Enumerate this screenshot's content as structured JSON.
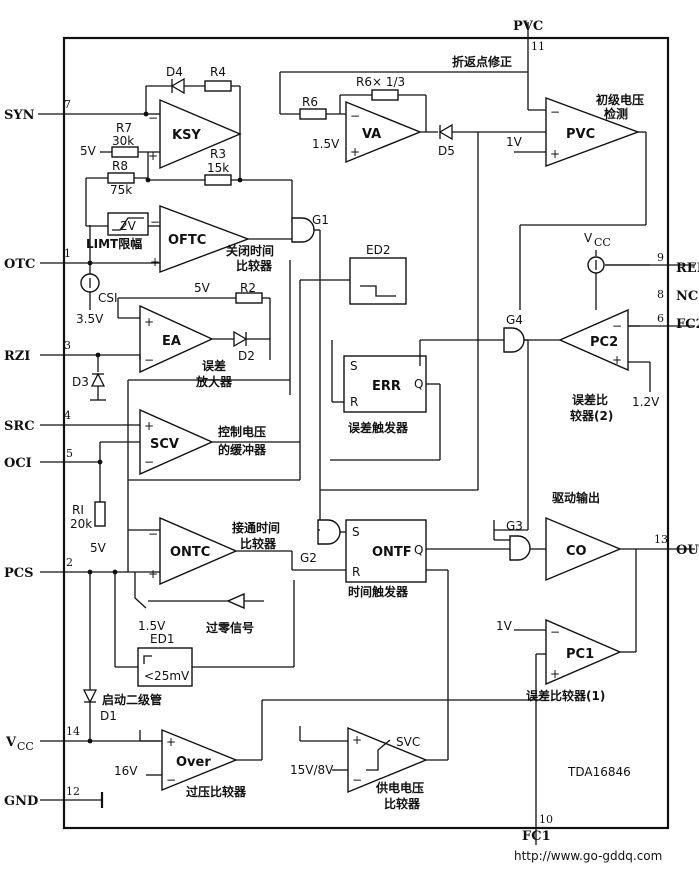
{
  "pins": {
    "syn": {
      "label": "SYN",
      "num": "7"
    },
    "otc": {
      "label": "OTC",
      "num": "1"
    },
    "rzi": {
      "label": "RZI",
      "num": "3"
    },
    "src": {
      "label": "SRC",
      "num": "4"
    },
    "oci": {
      "label": "OCI",
      "num": "5"
    },
    "pcs": {
      "label": "PCS",
      "num": "2"
    },
    "vcc": {
      "label": "V",
      "sub": "CC",
      "num": "14"
    },
    "gnd": {
      "label": "GND",
      "num": "12"
    },
    "pvc": {
      "label": "PVC",
      "num": "11"
    },
    "fc1": {
      "label": "FC1",
      "num": "10"
    },
    "ref": {
      "label": "REF",
      "num": "9"
    },
    "nc": {
      "label": "NC",
      "num": "8"
    },
    "fc2": {
      "label": "FC2",
      "num": "6"
    },
    "out": {
      "label": "OUT",
      "num": "13"
    }
  },
  "blocks": {
    "ksy": "KSY",
    "oftc": "OFTC",
    "ea": "EA",
    "scv": "SCV",
    "ontc": "ONTC",
    "va": "VA",
    "pvc_amp": "PVC",
    "pc2": "PC2",
    "pc1": "PC1",
    "co": "CO",
    "over": "Over",
    "svc": "SVC",
    "err": "ERR",
    "ontf": "ONTF",
    "ed2": "ED2",
    "ed1": "ED1"
  },
  "components": {
    "d4": "D4",
    "r4": "R4",
    "r7": "R7",
    "r7v": "30k",
    "r3": "R3",
    "r3v": "15k",
    "r8": "R8",
    "r8v": "75k",
    "r6": "R6",
    "r6x": "R6× 1/3",
    "d5": "D5",
    "r2": "R2",
    "d2": "D2",
    "d3": "D3",
    "csi": "CSI",
    "ri": "RI",
    "riv": "20k",
    "d1": "D1",
    "g1": "G1",
    "g2": "G2",
    "g3": "G3",
    "g4": "G4"
  },
  "voltages": {
    "v5a": "5V",
    "v5b": "5V",
    "v5c": "5V",
    "v15a": "1.5V",
    "v15b": "1.5V",
    "v35": "3.5V",
    "v1a": "1V",
    "v1b": "1V",
    "v12": "1.2V",
    "v16": "16V",
    "v158": "15V/8V",
    "vcc_src": "V",
    "vcc_src_sub": "CC",
    "v2": "2V",
    "lt25": "<25mV"
  },
  "annotations": {
    "zhedian": "折返点修正",
    "chuji1": "初级电压",
    "chuji2": "检测",
    "limt": "LIMT限幅",
    "guanbi1": "关闭时间",
    "guanbi2": "比较器",
    "wucha1": "误差",
    "wucha2": "放大器",
    "kongzhi1": "控制电压",
    "kongzhi2": "的缓冲器",
    "jietong1": "接通时间",
    "jietong2": "比较器",
    "shijian": "时间触发器",
    "wuchachufa": "误差触发器",
    "guoling": "过零信号",
    "qidong": "启动二级管",
    "guoya": "过压比较器",
    "gongdian1": "供电电压",
    "gongdian2": "比较器",
    "qudong": "驱动输出",
    "wcb2a": "误差比",
    "wcb2b": "较器(2)",
    "wcb1": "误差比较器(1)",
    "chip": "TDA16846",
    "url": "http://www.go-gddq.com",
    "ff_s": "S",
    "ff_r": "R",
    "ff_q": "Q"
  }
}
